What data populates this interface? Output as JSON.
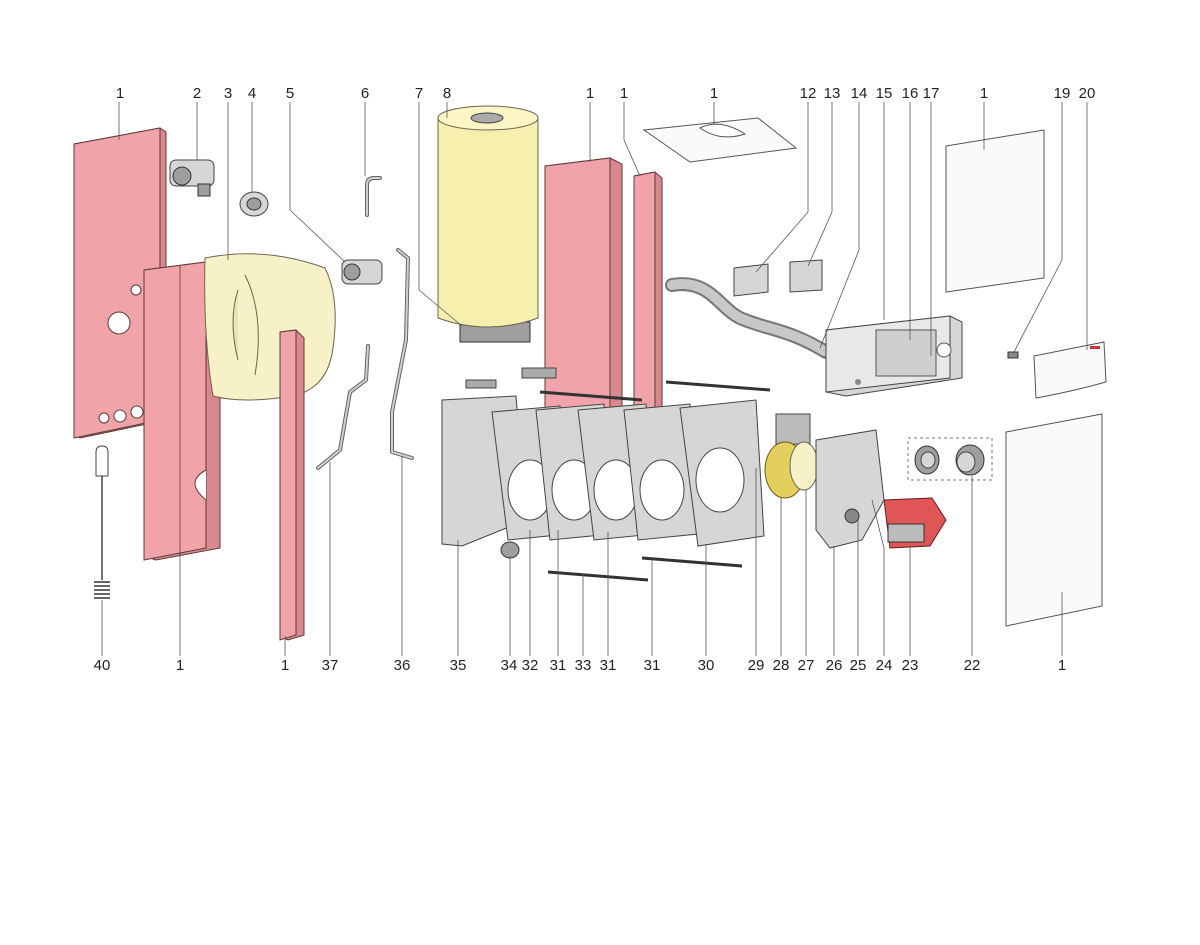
{
  "diagram": {
    "top_labels": [
      "1",
      "2",
      "3",
      "4",
      "5",
      "6",
      "7",
      "8",
      "1",
      "1",
      "1",
      "12",
      "13",
      "14",
      "15",
      "16",
      "17",
      "1",
      "19",
      "20"
    ],
    "bottom_labels": [
      "40",
      "1",
      "1",
      "37",
      "36",
      "35",
      "34",
      "32",
      "31",
      "33",
      "31",
      "31",
      "30",
      "29",
      "28",
      "27",
      "26",
      "25",
      "24",
      "23",
      "22",
      "1"
    ]
  },
  "colors": {
    "panel_pink": "#f0a4aa",
    "insulation_cream": "#f6f1c6",
    "metal_grey": "#d6d6d6",
    "burner_red": "#e05555"
  }
}
